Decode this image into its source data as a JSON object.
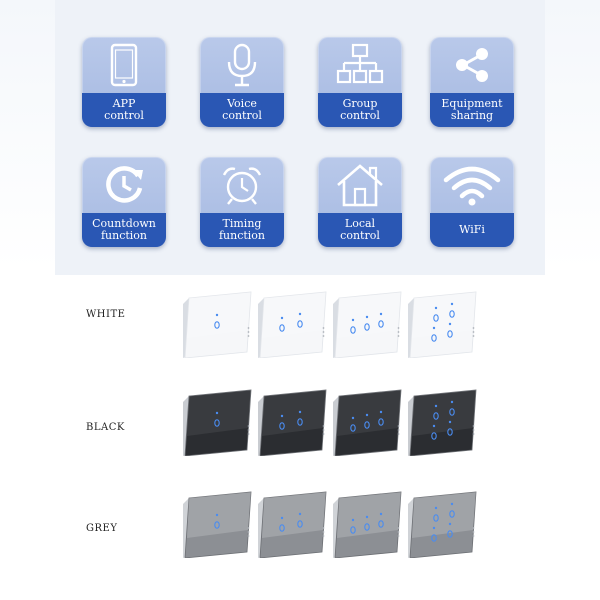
{
  "features": [
    {
      "label": "APP\ncontrol",
      "icon": "smartphone-icon"
    },
    {
      "label": "Voice\ncontrol",
      "icon": "microphone-icon"
    },
    {
      "label": "Group\ncontrol",
      "icon": "network-tree-icon"
    },
    {
      "label": "Equipment\nsharing",
      "icon": "share-icon"
    },
    {
      "label": "Countdown\nfunction",
      "icon": "countdown-icon"
    },
    {
      "label": "Timing\nfunction",
      "icon": "alarm-clock-icon"
    },
    {
      "label": "Local\ncontrol",
      "icon": "house-icon"
    },
    {
      "label": "WiFi",
      "icon": "wifi-icon"
    }
  ],
  "colors": {
    "tile": "#a9bce3",
    "label_band": "#2a57b4",
    "touch_led": "#4a8cf0"
  },
  "switch_rows": [
    {
      "label": "WHITE",
      "panel_color": "#f6f7f9"
    },
    {
      "label": "BLACK",
      "panel_color": "#2b2d31"
    },
    {
      "label": "GREY",
      "panel_color": "#8c8f94"
    }
  ],
  "gang_counts": [
    1,
    2,
    3,
    4
  ]
}
